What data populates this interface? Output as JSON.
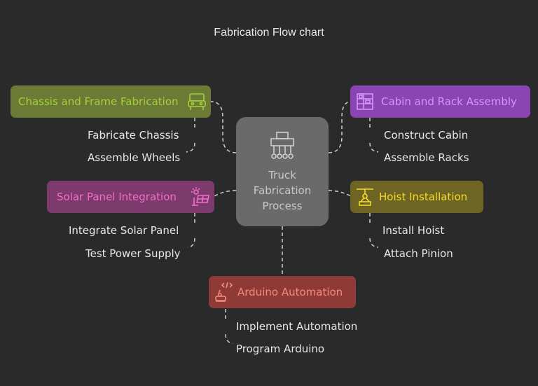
{
  "title": "Fabrication Flow chart",
  "center": {
    "label": "Truck\nFabrication\nProcess",
    "icon": "truck-assembly-icon"
  },
  "nodes": {
    "chassis": {
      "label": "Chassis and Frame Fabrication",
      "icon": "truck-icon",
      "color": "#6b7a35",
      "text_color": "#a6cf3f",
      "items": [
        "Fabricate Chassis",
        "Assemble Wheels"
      ]
    },
    "cabin": {
      "label": "Cabin and Rack Assembly",
      "icon": "shelving-rack-icon",
      "color": "#8a45b2",
      "text_color": "#d494f7",
      "items": [
        "Construct Cabin",
        "Assemble Racks"
      ]
    },
    "solar": {
      "label": "Solar Panel Integration",
      "icon": "solar-panel-icon",
      "color": "#7c3a6d",
      "text_color": "#f26ec9",
      "items": [
        "Integrate Solar Panel",
        "Test Power Supply"
      ]
    },
    "hoist": {
      "label": "Hoist Installation",
      "icon": "hoist-icon",
      "color": "#6e6524",
      "text_color": "#f4dc28",
      "items": [
        "Install Hoist",
        "Attach Pinion"
      ]
    },
    "arduino": {
      "label": "Arduino Automation",
      "icon": "robot-arm-icon",
      "color": "#8e3a36",
      "text_color": "#f58a7c",
      "items": [
        "Implement Automation",
        "Program Arduino"
      ]
    }
  }
}
